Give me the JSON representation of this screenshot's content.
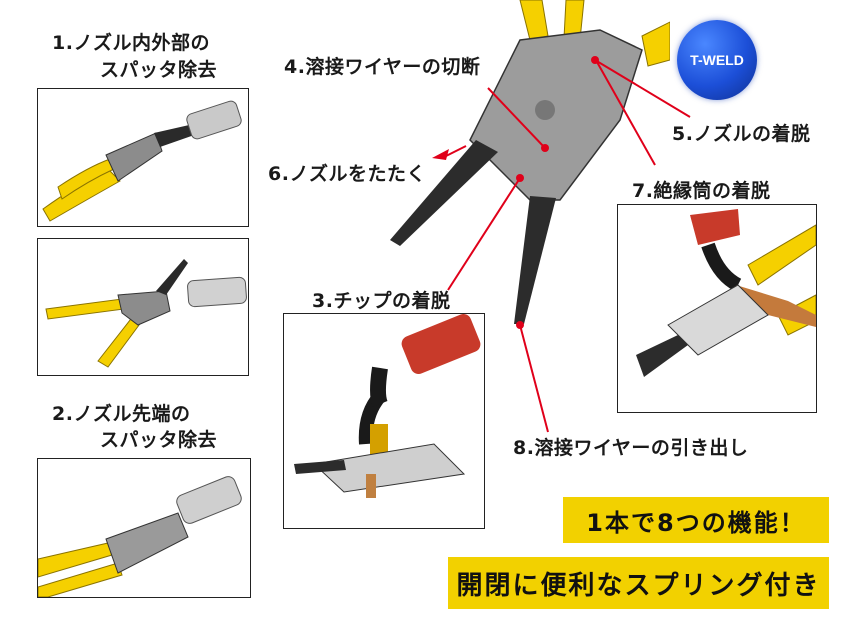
{
  "labels": {
    "l1_line1": "1.ノズル内外部の",
    "l1_line2": "スパッタ除去",
    "l2_line1": "2.ノズル先端の",
    "l2_line2": "スパッタ除去",
    "l3": "3.チップの着脱",
    "l4": "4.溶接ワイヤーの切断",
    "l5": "5.ノズルの着脱",
    "l6": "6.ノズルをたたく",
    "l7": "7.絶縁筒の着脱",
    "l8": "8.溶接ワイヤーの引き出し"
  },
  "brand": {
    "badge_text": "T-WELD"
  },
  "banners": {
    "eight_functions": "1本で8つの機能！",
    "spring": "開閉に便利なスプリング付き"
  },
  "colors": {
    "accent_yellow": "#f2d100",
    "handle_yellow": "#f5d000",
    "pointer_red": "#e0001a",
    "brand_blue": "#1c4fd8",
    "torch_red": "#c83a2a"
  }
}
